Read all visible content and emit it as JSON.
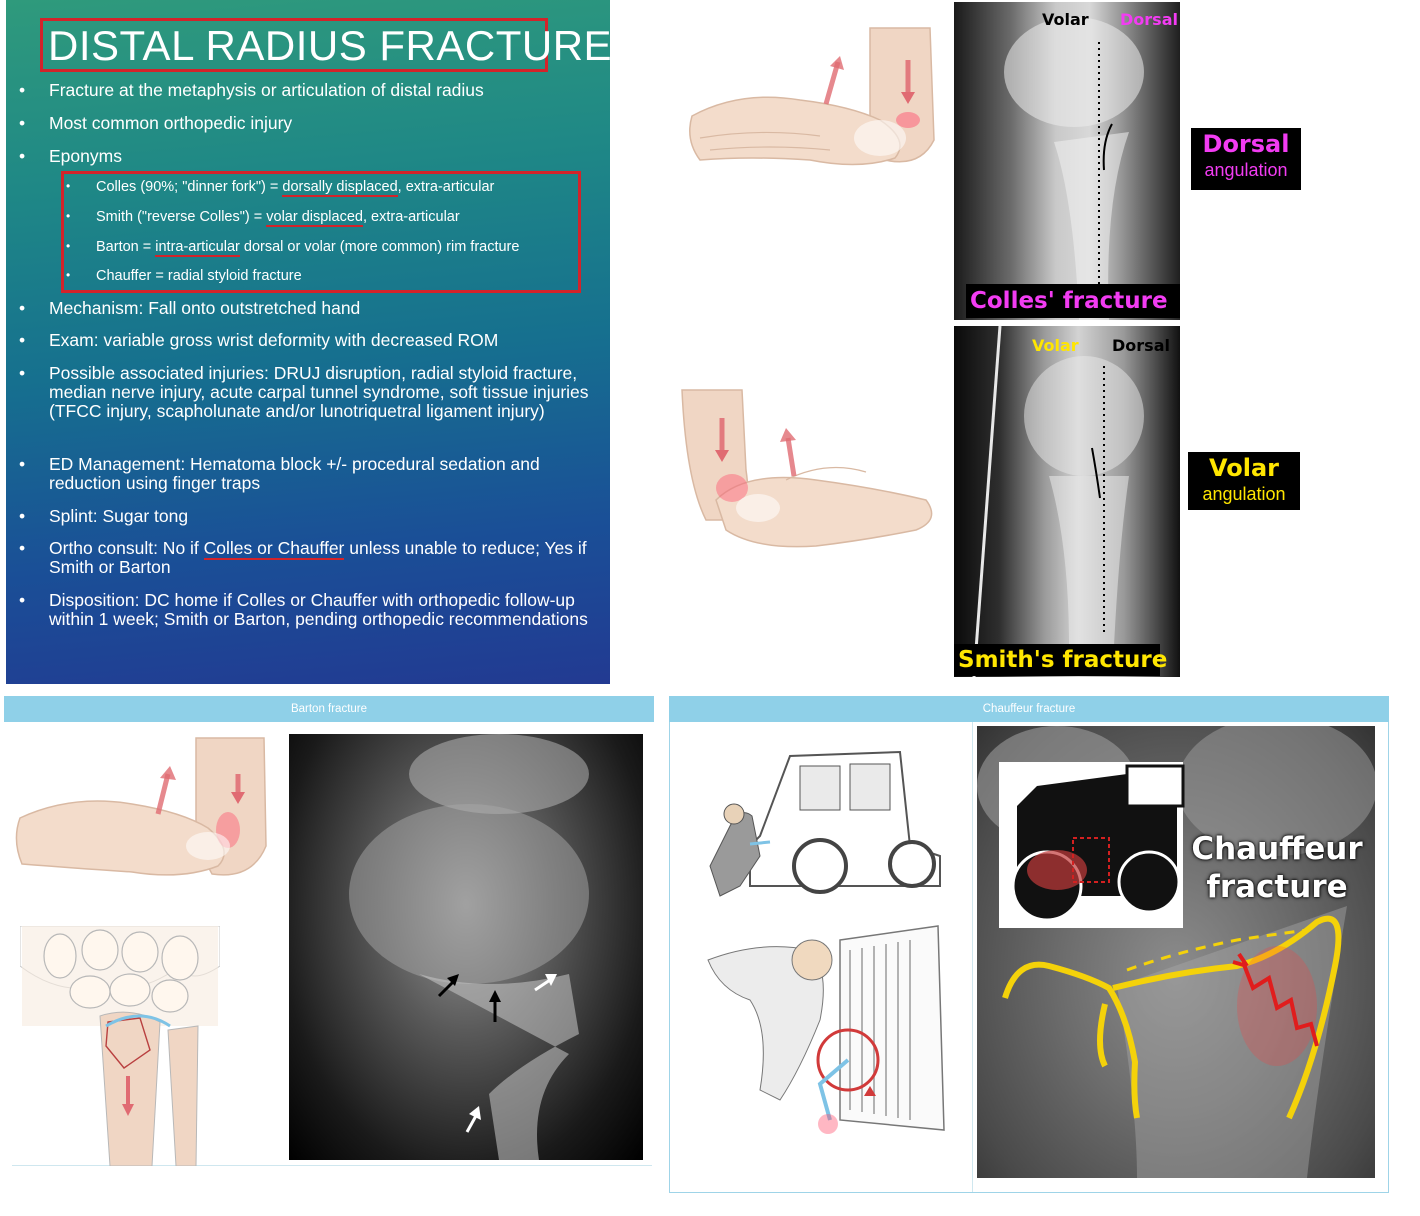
{
  "slide": {
    "title": "DISTAL RADIUS FRACTURE",
    "bullet_glyph": "•",
    "bullets": {
      "b1": "Fracture at the metaphysis or articulation of distal radius",
      "b2": "Most common orthopedic injury",
      "b3": "Eponyms",
      "b4": "Mechanism: Fall onto outstretched hand",
      "b5": "Exam: variable gross wrist deformity with decreased ROM",
      "b6": "Possible associated injuries: DRUJ disruption, radial styloid fracture, median nerve injury, acute carpal tunnel syndrome, soft tissue injuries (TFCC injury,  scapholunate and/or lunotriquetral ligament injury)",
      "b7": "ED Management: Hematoma block +/- procedural sedation and reduction using finger traps",
      "b8": "Splint: Sugar tong",
      "b9a": "Ortho consult: No if ",
      "b9u": "Colles or Chauffer",
      "b9b": " unless unable to reduce; Yes if Smith or Barton",
      "b10": "Disposition: DC home if Colles or Chauffer with orthopedic follow-up within 1 week; Smith or Barton, pending orthopedic recommendations"
    },
    "eponyms": {
      "colles_a": "Colles (90%; \"dinner fork\") = ",
      "colles_u": "dorsally displaced",
      "colles_b": ", extra-articular",
      "smith_a": "Smith (\"reverse Colles\") = ",
      "smith_u": "volar displaced",
      "smith_b": ", extra-articular",
      "barton_a": "Barton = ",
      "barton_u": "intra-articular",
      "barton_b": " dorsal or volar (more common) rim fracture",
      "chauffer": "Chauffer = radial styloid fracture"
    }
  },
  "colles": {
    "volar": "Volar",
    "dorsal": "Dorsal",
    "caption": "Colles' fracture",
    "angulation_title": "Dorsal",
    "angulation_sub": "angulation"
  },
  "smith": {
    "volar": "Volar",
    "dorsal": "Dorsal",
    "caption": "Smith's fracture",
    "angulation_title": "Volar",
    "angulation_sub": "angulation"
  },
  "barton": {
    "header": "Barton fracture"
  },
  "chauffeur": {
    "header": "Chauffeur fracture",
    "label_line1": "Chauffeur",
    "label_line2": "fracture"
  },
  "colors": {
    "slide_red": "#d3232a",
    "header_blue": "#8fd0e8",
    "magenta": "#f23cf2",
    "yellow": "#ffe600",
    "fracture_yellow": "#f4d20a"
  },
  "icons": [
    "arrow-up-icon",
    "arrow-down-icon",
    "vintage-car-icon",
    "hand-crank-icon"
  ]
}
